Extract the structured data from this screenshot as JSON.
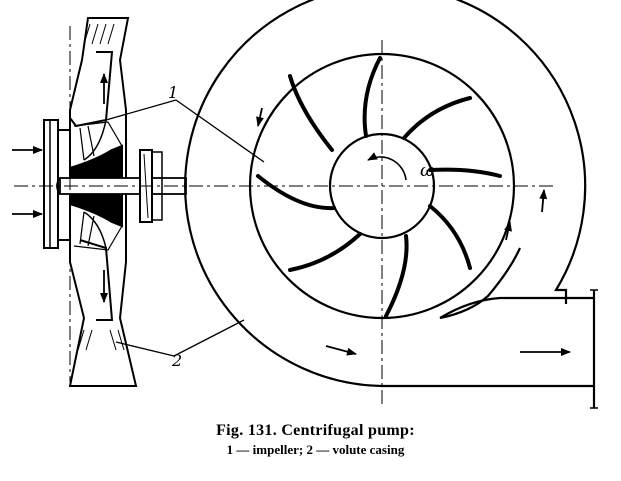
{
  "figure": {
    "labels": {
      "impeller_number": "1",
      "casing_number": "2",
      "angular_velocity": "ω"
    }
  },
  "caption": {
    "title": "Fig. 131. Centrifugal pump:",
    "legend": "1 — impeller; 2 — volute casing"
  }
}
